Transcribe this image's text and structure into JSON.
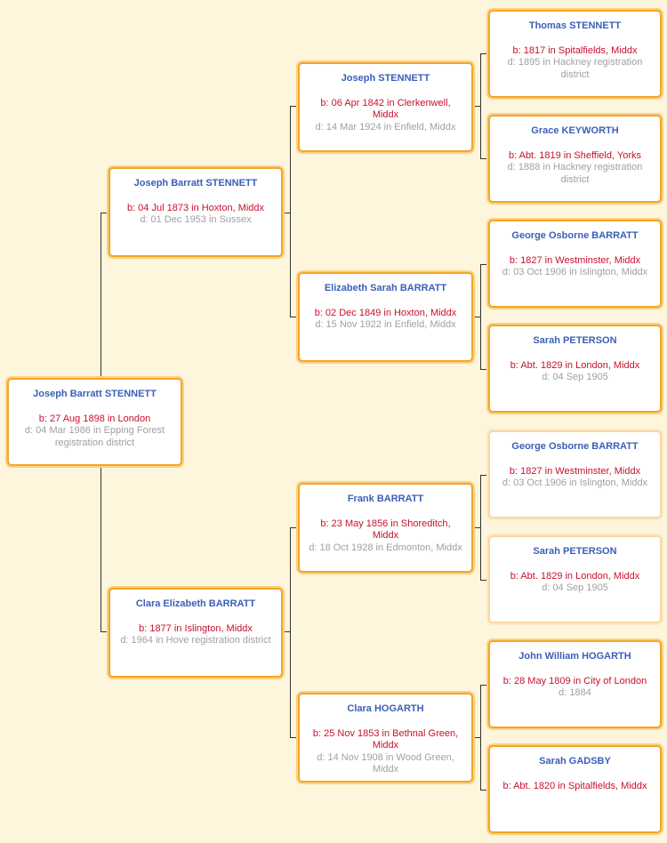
{
  "tree": {
    "root": {
      "name": "Joseph Barratt STENNETT",
      "birth": "b: 27 Aug 1898 in London",
      "death": "d: 04 Mar 1986 in Epping Forest registration district"
    },
    "father": {
      "name": "Joseph Barratt STENNETT",
      "birth": "b: 04 Jul 1873 in Hoxton, Middx",
      "death": "d: 01 Dec 1953 in Sussex"
    },
    "mother": {
      "name": "Clara Elizabeth BARRATT",
      "birth": "b: 1877 in Islington, Middx",
      "death": "d: 1964 in Hove registration district"
    },
    "ff": {
      "name": "Joseph STENNETT",
      "birth": "b: 06 Apr 1842 in Clerkenwell, Middx",
      "death": "d: 14 Mar 1924 in Enfield, Middx"
    },
    "fm": {
      "name": "Elizabeth Sarah BARRATT",
      "birth": "b: 02 Dec 1849 in Hoxton, Middx",
      "death": "d: 15 Nov 1922 in Enfield, Middx"
    },
    "mf": {
      "name": "Frank BARRATT",
      "birth": "b: 23 May 1856 in Shoreditch, Middx",
      "death": "d: 18 Oct 1928 in Edmonton, Middx"
    },
    "mm": {
      "name": "Clara HOGARTH",
      "birth": "b: 25 Nov 1853 in Bethnal Green, Middx",
      "death": "d: 14 Nov 1908 in Wood Green, Middx"
    },
    "fff": {
      "name": "Thomas STENNETT",
      "birth": "b: 1817 in Spitalfields, Middx",
      "death": "d: 1895 in Hackney registration district"
    },
    "ffm": {
      "name": "Grace KEYWORTH",
      "birth": "b: Abt. 1819 in Sheffield, Yorks",
      "death": "d: 1888 in Hackney registration district"
    },
    "fmf": {
      "name": "George Osborne BARRATT",
      "birth": "b: 1827 in Westminster, Middx",
      "death": "d: 03 Oct 1906 in Islington, Middx"
    },
    "fmm": {
      "name": "Sarah PETERSON",
      "birth": "b: Abt. 1829 in London, Middx",
      "death": "d: 04 Sep 1905"
    },
    "mff": {
      "name": "George Osborne BARRATT",
      "birth": "b: 1827 in Westminster, Middx",
      "death": "d: 03 Oct 1906 in Islington, Middx"
    },
    "mfm": {
      "name": "Sarah PETERSON",
      "birth": "b: Abt. 1829 in London, Middx",
      "death": "d: 04 Sep 1905"
    },
    "mmf": {
      "name": "John William HOGARTH",
      "birth": "b: 28 May 1809 in City of London",
      "death": "d: 1884"
    },
    "mmm": {
      "name": "Sarah GADSBY",
      "birth": "b: Abt. 1820 in Spitalfields, Middx",
      "death": ""
    }
  },
  "colors": {
    "background": "#fdf6dc",
    "box_border": "#f5a623",
    "name": "#3a5fb7",
    "birth": "#c8102e",
    "death": "#a0a0a0",
    "connector": "#333333"
  }
}
